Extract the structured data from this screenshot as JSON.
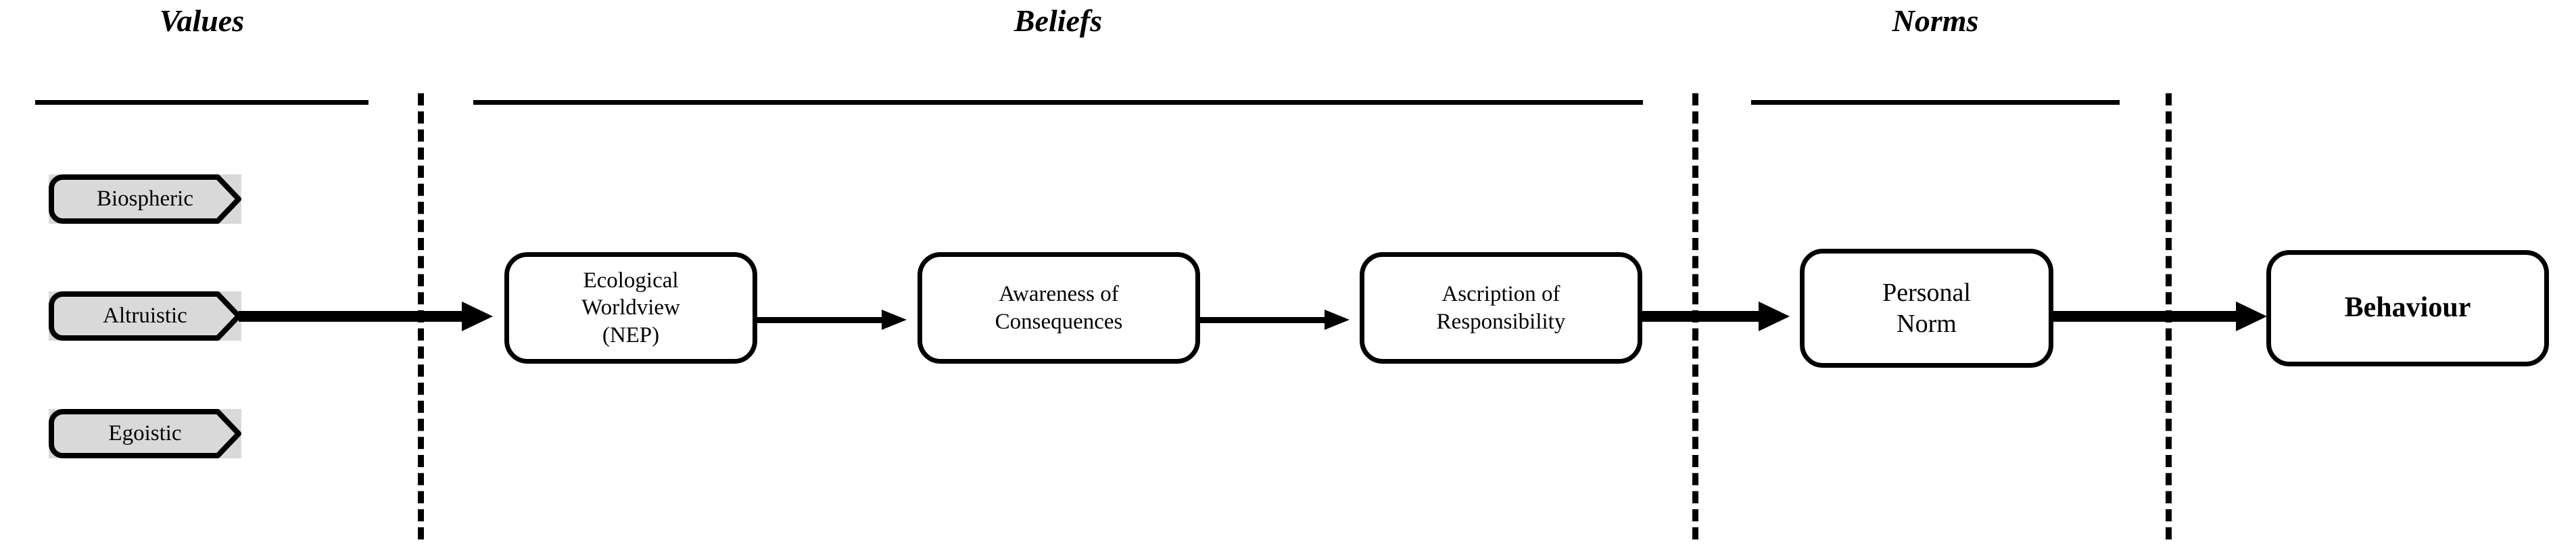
{
  "diagram": {
    "title": "Value-Belief-Norm theory flow diagram",
    "background": "#ffffff",
    "ink": "#000000",
    "chip_fill": "#d9d9d9"
  },
  "sections": [
    {
      "key": "values",
      "label": "Values"
    },
    {
      "key": "beliefs",
      "label": "Beliefs"
    },
    {
      "key": "norms",
      "label": "Norms"
    }
  ],
  "values": {
    "heading": "Values",
    "items": [
      {
        "label": "Biospheric"
      },
      {
        "label": "Altruistic"
      },
      {
        "label": "Egoistic"
      }
    ]
  },
  "beliefs": {
    "heading": "Beliefs",
    "items": [
      {
        "line1": "Ecological",
        "line2": "Worldview",
        "line3": "(NEP)"
      },
      {
        "line1": "Awareness of",
        "line2": "Consequences",
        "line3": ""
      },
      {
        "line1": "Ascription of",
        "line2": "Responsibility",
        "line3": ""
      }
    ]
  },
  "norms": {
    "heading": "Norms",
    "items": [
      {
        "line1": "Personal",
        "line2": "Norm"
      }
    ]
  },
  "outcome": {
    "label": "Behaviour"
  },
  "connectors": [
    {
      "name": "altruistic-to-ecological-worldview",
      "weight": "thick"
    },
    {
      "name": "ecological-worldview-to-awareness",
      "weight": "thin"
    },
    {
      "name": "awareness-to-ascription",
      "weight": "thin"
    },
    {
      "name": "ascription-to-personal-norm",
      "weight": "thick"
    },
    {
      "name": "personal-norm-to-behaviour",
      "weight": "thick"
    }
  ]
}
